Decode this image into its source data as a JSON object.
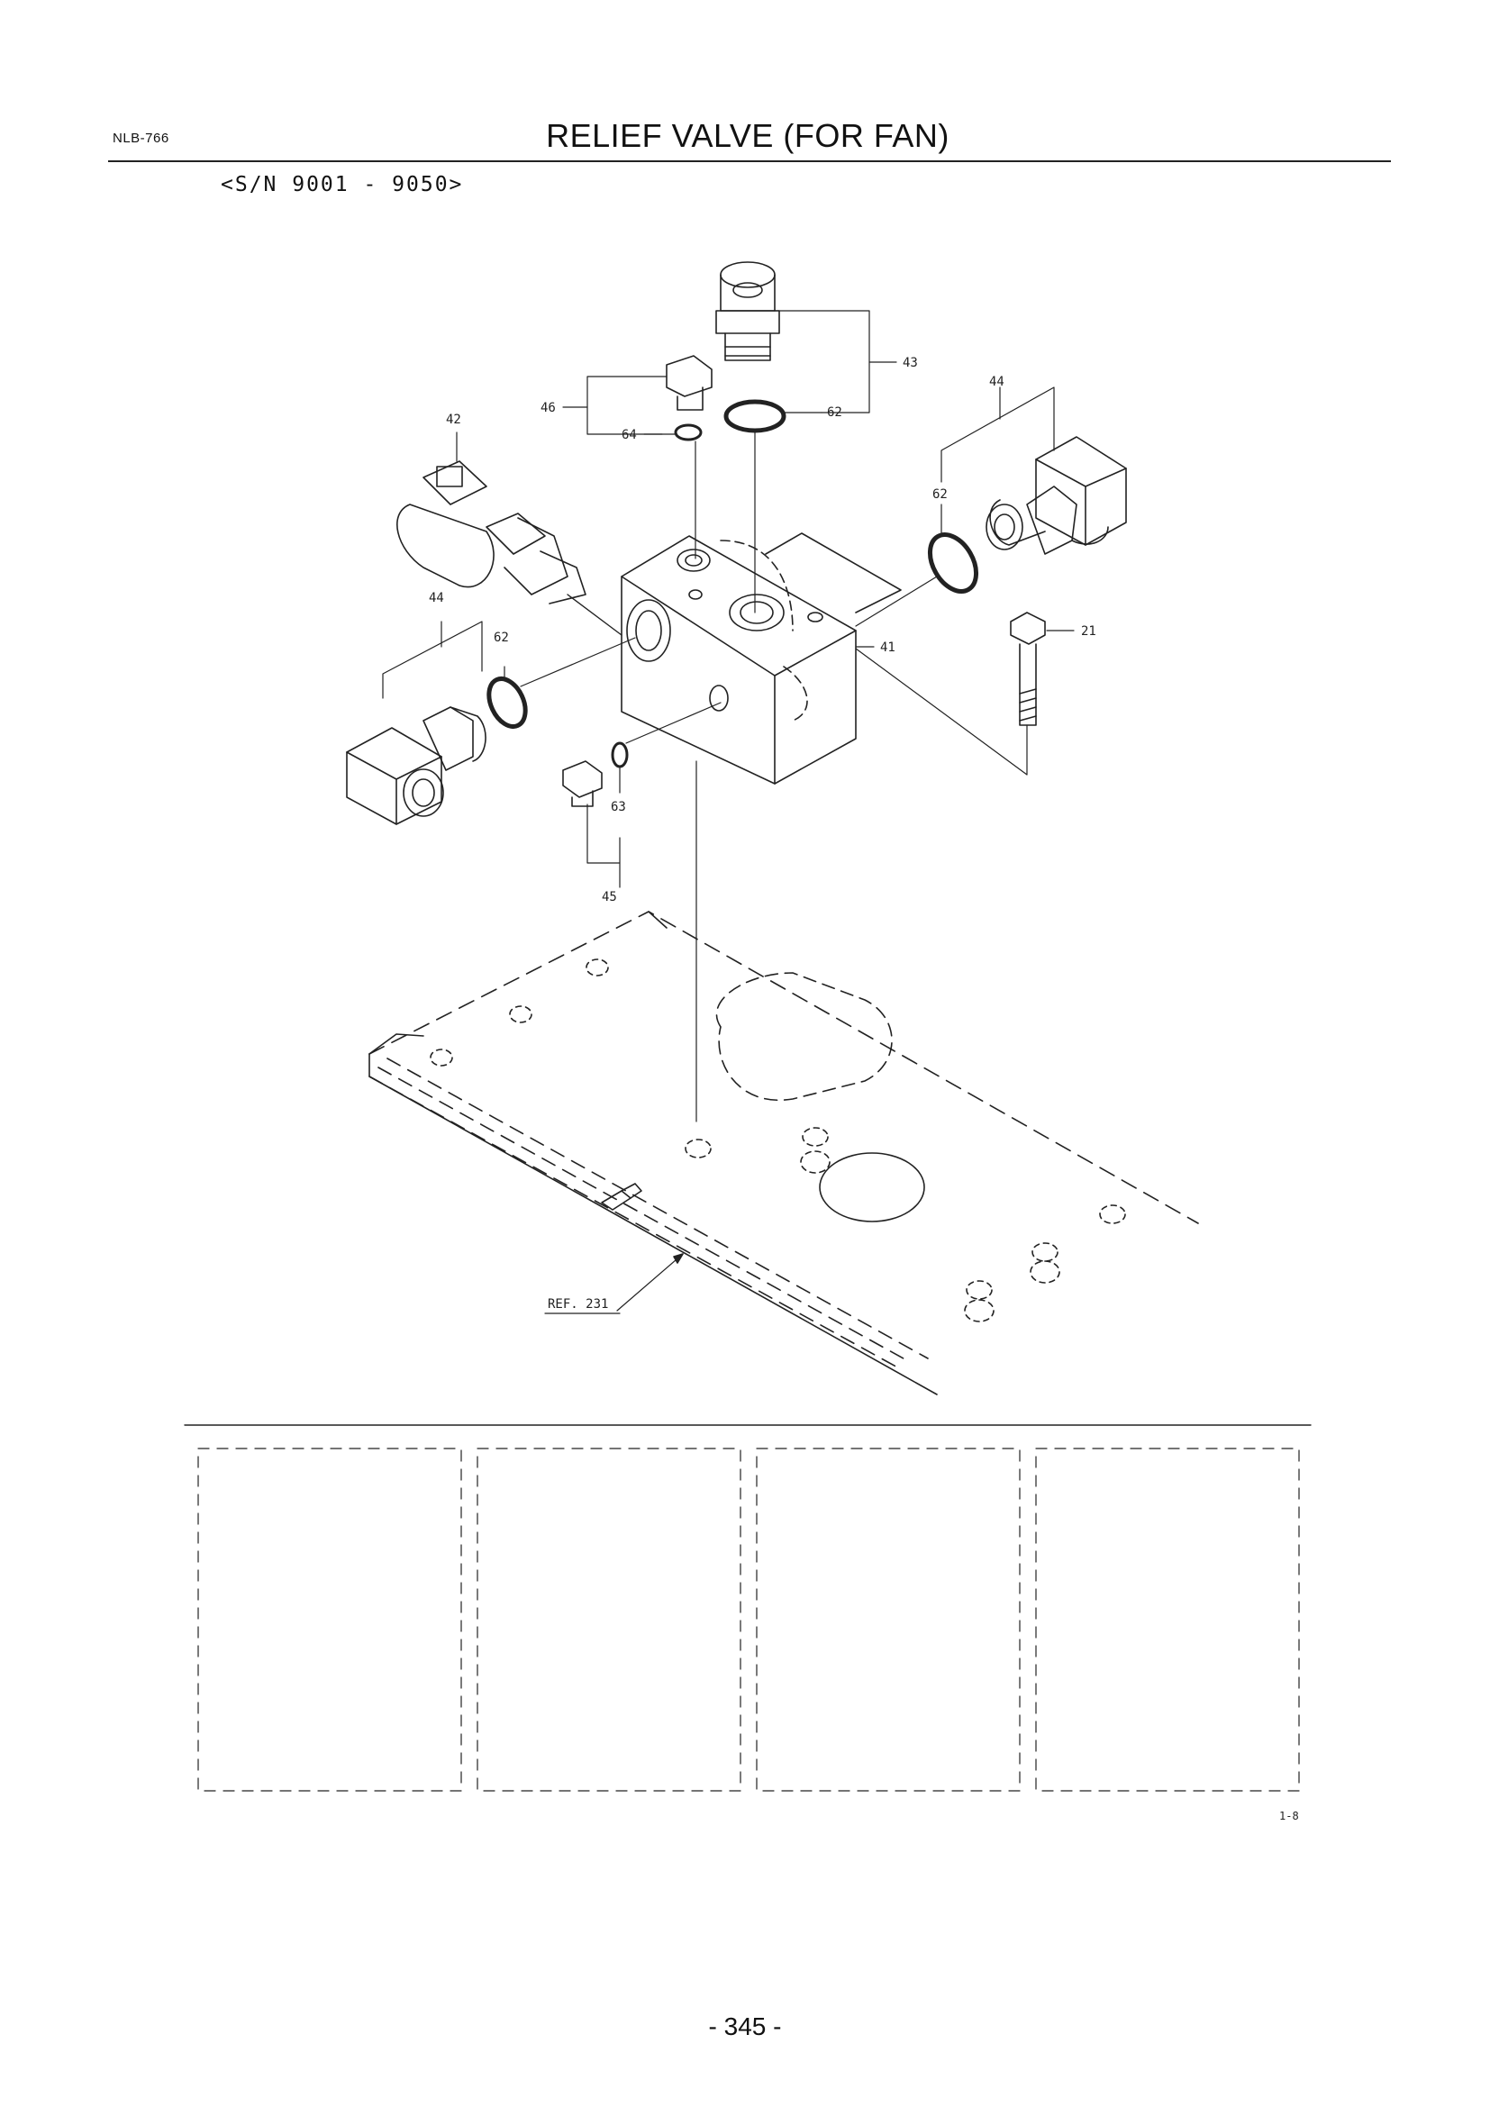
{
  "header": {
    "code": "NLB-766",
    "title": "RELIEF VALVE (FOR FAN)",
    "serial_range": "<S/N 9001 - 9050>"
  },
  "callouts": {
    "c21": "21",
    "c41": "41",
    "c42": "42",
    "c43": "43",
    "c44_right": "44",
    "c44_left": "44",
    "c45": "45",
    "c46": "46",
    "c62_top": "62",
    "c62_right": "62",
    "c62_left": "62",
    "c63": "63",
    "c64": "64",
    "ref": "REF. 231"
  },
  "figure_code": "1-8",
  "footer": {
    "page_number": "- 345 -"
  }
}
